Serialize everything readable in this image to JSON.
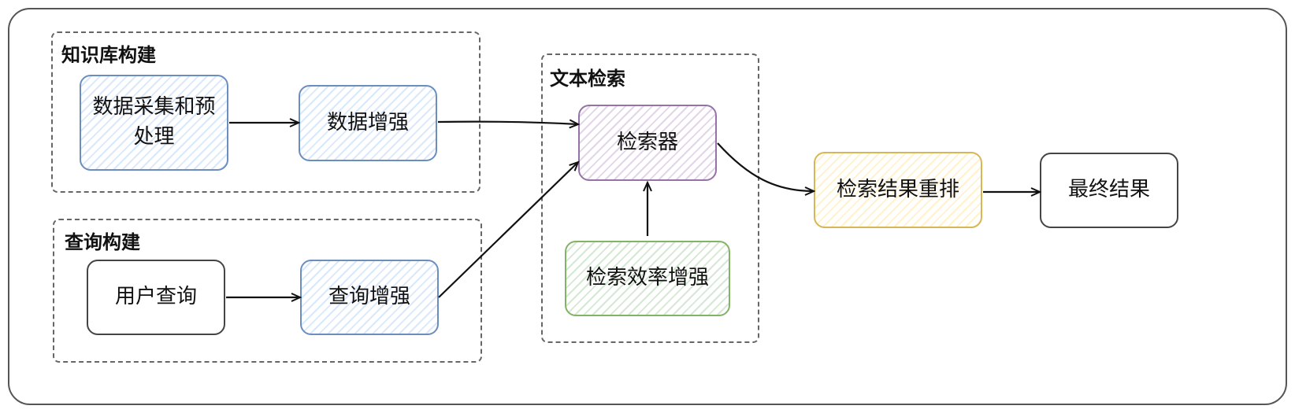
{
  "groups": {
    "knowledge_base": {
      "label": "知识库构建"
    },
    "query": {
      "label": "查询构建"
    },
    "retrieval": {
      "label": "文本检索"
    }
  },
  "nodes": {
    "data_collection": {
      "line1": "数据采集和预",
      "line2": "处理"
    },
    "data_enhance": {
      "label": "数据增强"
    },
    "user_query": {
      "label": "用户查询"
    },
    "query_enhance": {
      "label": "查询增强"
    },
    "retriever": {
      "label": "检索器"
    },
    "efficiency_enhance": {
      "label": "检索效率增强"
    },
    "rerank": {
      "label": "检索结果重排"
    },
    "final_result": {
      "label": "最终结果"
    }
  },
  "colors": {
    "blue_stroke": "#6c8ebf",
    "purple_stroke": "#9673a6",
    "green_stroke": "#82b366",
    "yellow_stroke": "#d6b656",
    "plain_stroke": "#444444"
  }
}
